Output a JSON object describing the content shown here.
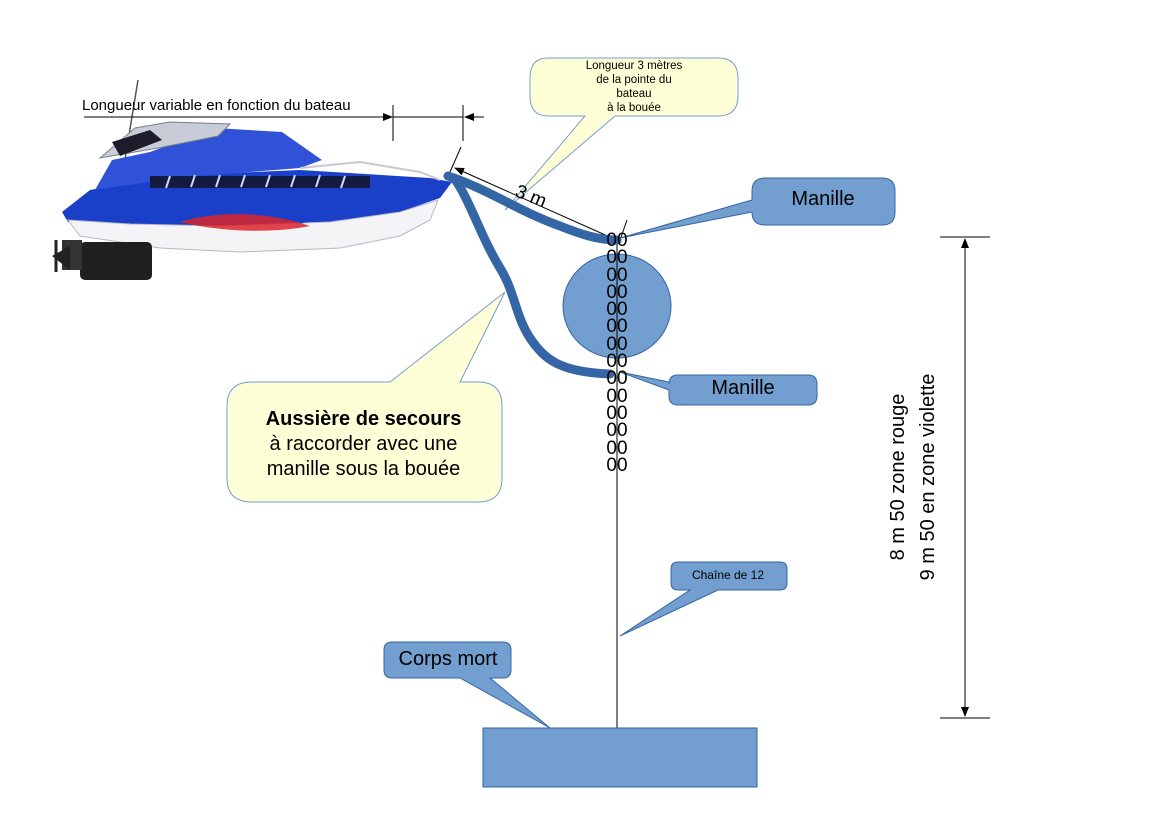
{
  "labels": {
    "variable_length": "Longueur variable en fonction du bateau",
    "three_m": "3 m",
    "depth_line1": "8 m 50 zone rouge",
    "depth_line2": "9 m 50 en zone violette"
  },
  "callouts": {
    "top": {
      "line1": "Longueur 3 mètres",
      "line2": "de la pointe du",
      "line3": "bateau",
      "line4": "à la bouée"
    },
    "manille_top": "Manille",
    "manille_bottom": "Manille",
    "aussiere": {
      "title": "Aussière de secours",
      "line2": "à raccorder avec une",
      "line3": "manille sous la bouée"
    },
    "chaine": "Chaîne de 12",
    "corps_mort": "Corps mort"
  },
  "chain_glyphs": "0000000000000000000000000000",
  "colors": {
    "callout_yellow": "#ffffd7",
    "callout_blue": "#729fcf",
    "rope_blue": "#3465a4",
    "boat_blue": "#1a3fc9"
  }
}
